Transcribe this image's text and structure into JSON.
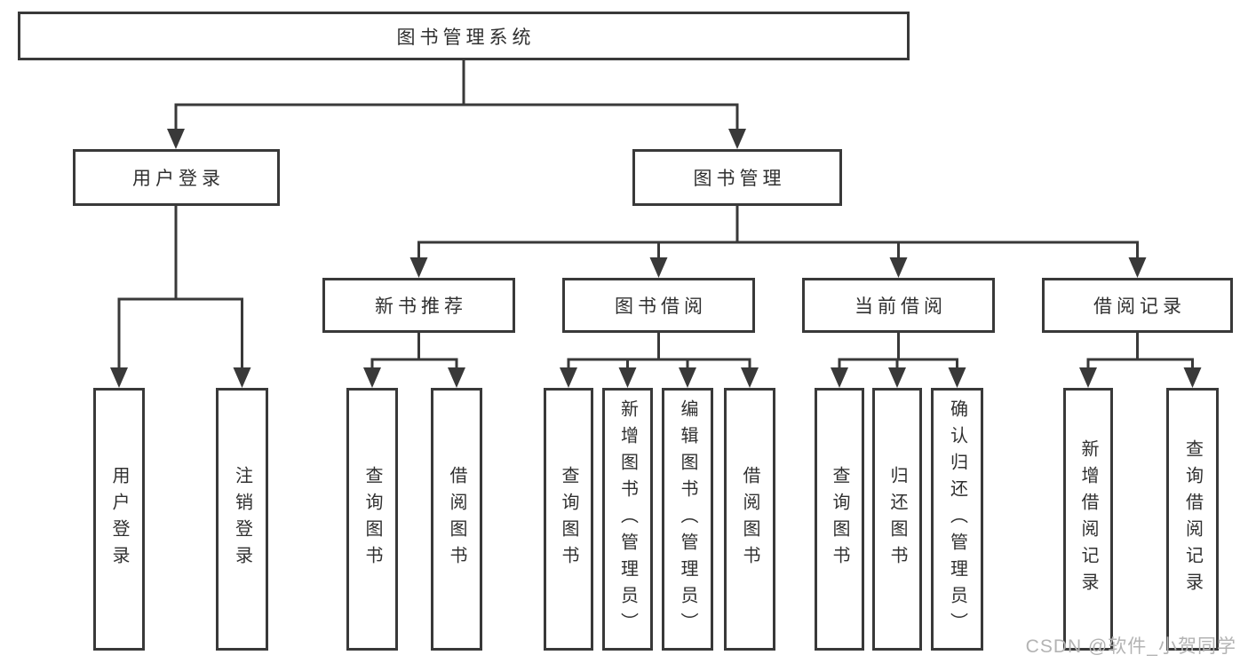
{
  "diagram": {
    "root": {
      "label": "图书管理系统"
    },
    "branches": [
      {
        "label": "用户登录",
        "children": [
          {
            "label": "用户登录"
          },
          {
            "label": "注销登录"
          }
        ]
      },
      {
        "label": "图书管理",
        "children": [
          {
            "label": "新书推荐",
            "children": [
              {
                "label": "查询图书"
              },
              {
                "label": "借阅图书"
              }
            ]
          },
          {
            "label": "图书借阅",
            "children": [
              {
                "label": "查询图书"
              },
              {
                "label": "新增图书（管理员）"
              },
              {
                "label": "编辑图书（管理员）"
              },
              {
                "label": "借阅图书"
              }
            ]
          },
          {
            "label": "当前借阅",
            "children": [
              {
                "label": "查询图书"
              },
              {
                "label": "归还图书"
              },
              {
                "label": "确认归还（管理员）"
              }
            ]
          },
          {
            "label": "借阅记录",
            "children": [
              {
                "label": "新增借阅记录"
              },
              {
                "label": "查询借阅记录"
              }
            ]
          }
        ]
      }
    ]
  },
  "watermark": {
    "text": "CSDN @软件_小贺同学"
  },
  "colors": {
    "line": "#393939",
    "box_border": "#393939",
    "text": "#303030",
    "watermark_text": "#b3b3b3",
    "background": "#ffffff"
  }
}
